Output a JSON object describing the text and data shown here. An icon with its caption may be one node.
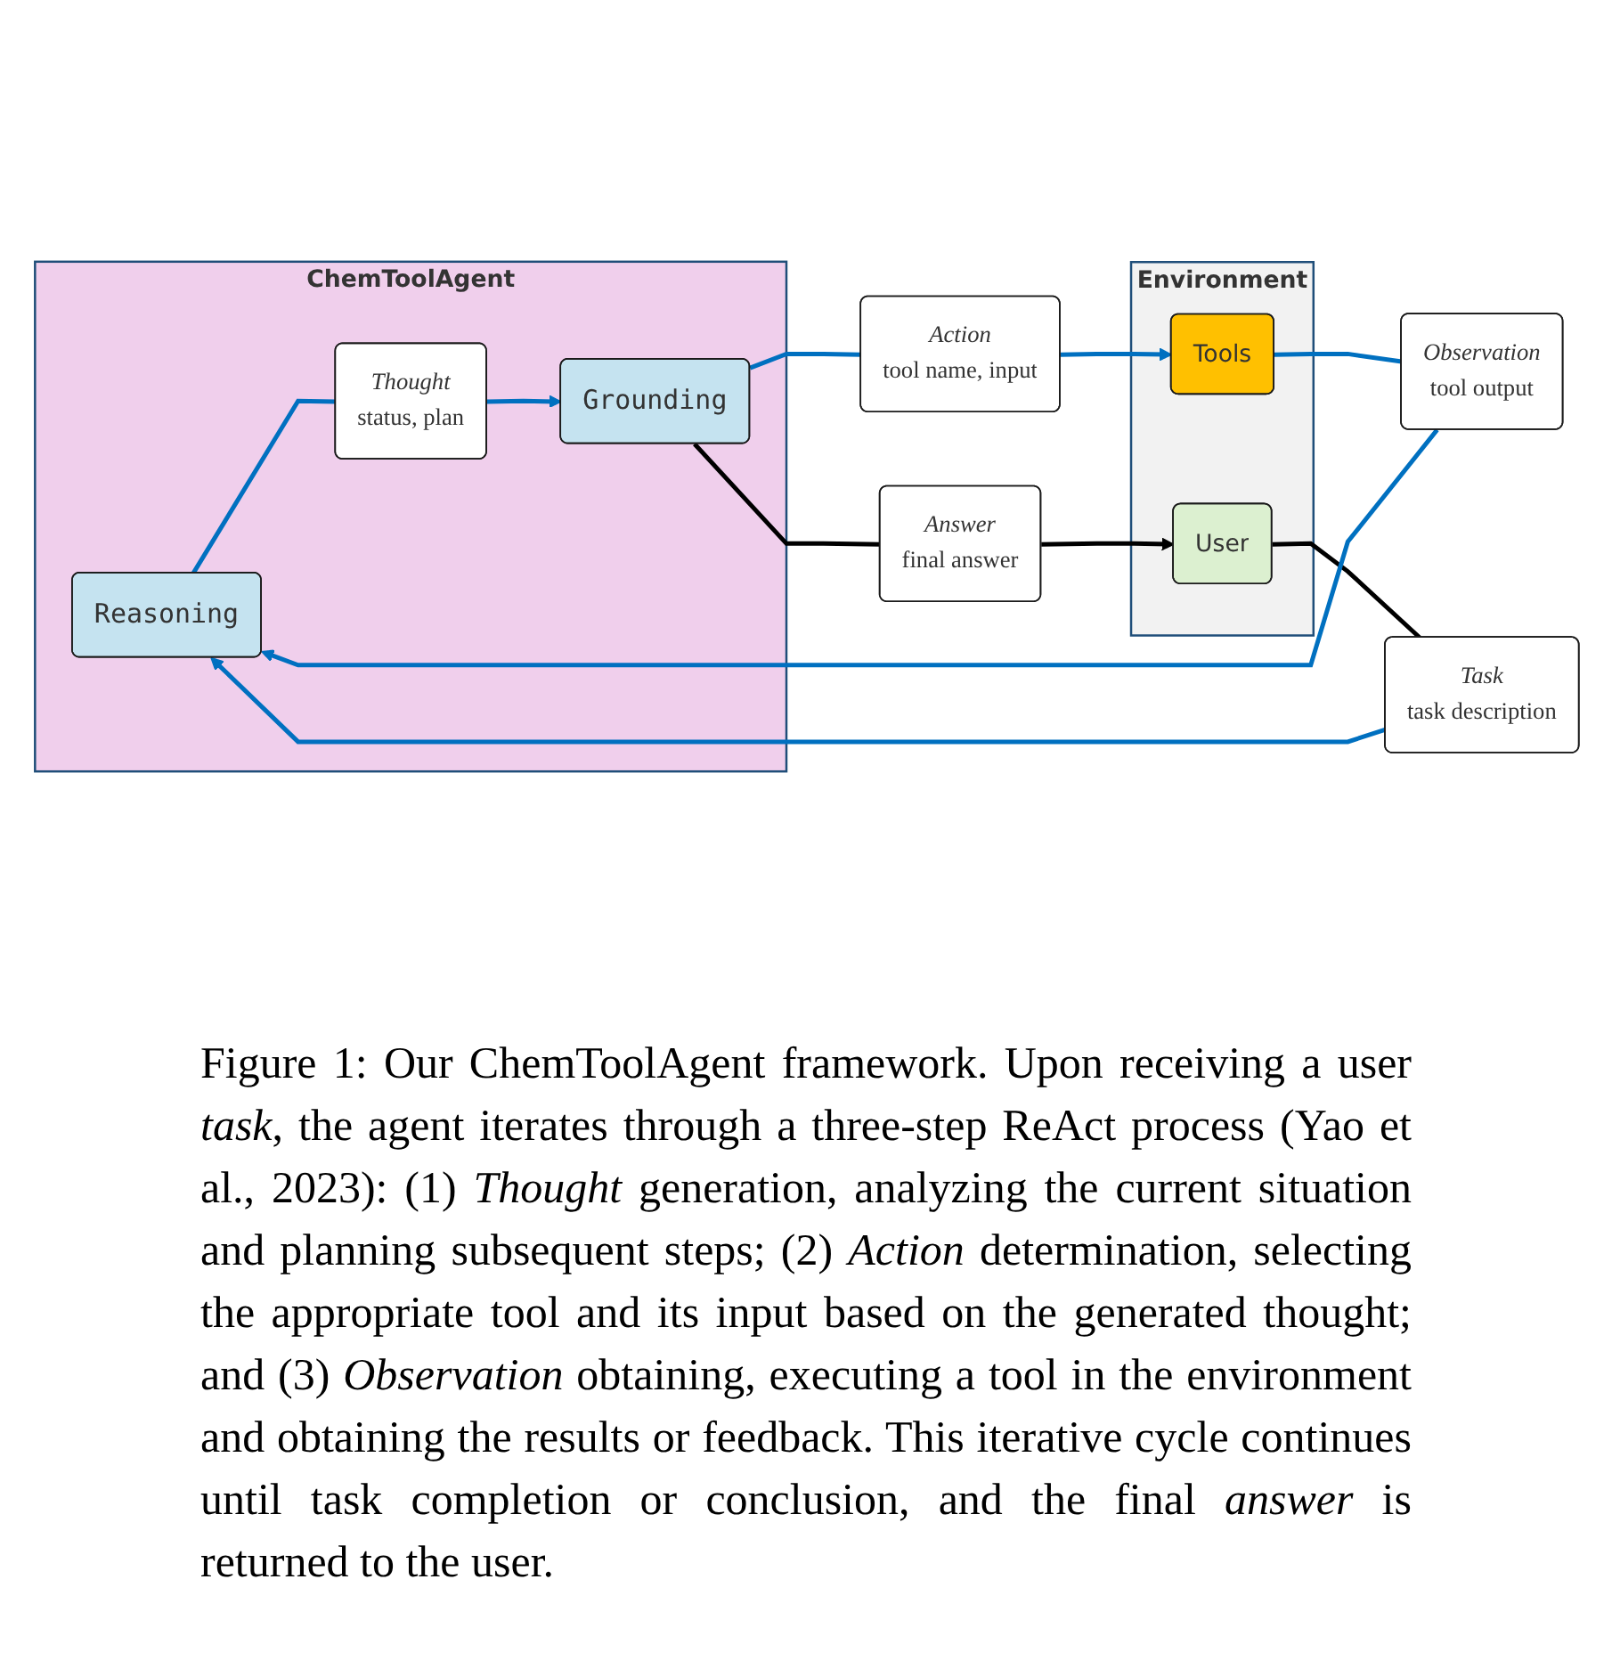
{
  "diagram": {
    "caption": "Figure 1: Our ChemToolAgent framework. Upon receiving a user *task*, the agent iterates through a three-step ReAct process (Yao et al., 2023): (1) *Thought* generation, analyzing the current situation and planning subsequent steps; (2) *Action* determination, selecting the appropriate tool and its input based on the generated thought; and (3) *Observation* obtaining, executing a tool in the environment and obtaining the results or feedback. This iterative cycle continues until task completion or conclusion, and the final *answer* is returned to the user.",
    "nodes": [
      {
        "text": [
          "ChemToolAgent"
        ]
      },
      {
        "text": [
          "Reasoning"
        ],
        "in": 0
      },
      {
        "text": [
          "Thought",
          "status, plan"
        ],
        "in": 0
      },
      {
        "text": [
          "Grounding"
        ],
        "in": 0
      },
      {
        "text": [
          "Environment"
        ]
      },
      {
        "text": [
          "User"
        ],
        "in": 4
      },
      {
        "text": [
          "Tools"
        ],
        "in": 4
      },
      {
        "text": [
          "Task",
          "task description"
        ]
      },
      {
        "text": [
          "Observation",
          "tool output"
        ]
      },
      {
        "text": [
          "Action",
          "tool name, input"
        ]
      },
      {
        "text": [
          "Answer",
          "final answer"
        ]
      }
    ],
    "edges": [
      {
        "from": 5,
        "to": 7,
        "arrow": "none",
        "color": "#000000"
      },
      {
        "from": 7,
        "to": 1,
        "arrow": "to"
      },
      {
        "from": 1,
        "to": 2,
        "arrow": "none"
      },
      {
        "from": 2,
        "to": 3,
        "arrow": "to"
      },
      {
        "from": 6,
        "to": 8,
        "arrow": "none"
      },
      {
        "from": 8,
        "to": 1,
        "arrow": "to"
      },
      {
        "from": 3,
        "to": 9,
        "arrow": "none"
      },
      {
        "from": 9,
        "to": 6,
        "arrow": "to"
      },
      {
        "from": 3,
        "to": 10,
        "arrow": "none",
        "color": "#000000"
      },
      {
        "from": 10,
        "to": 5,
        "arrow": "to",
        "color": "#000000"
      }
    ]
  }
}
